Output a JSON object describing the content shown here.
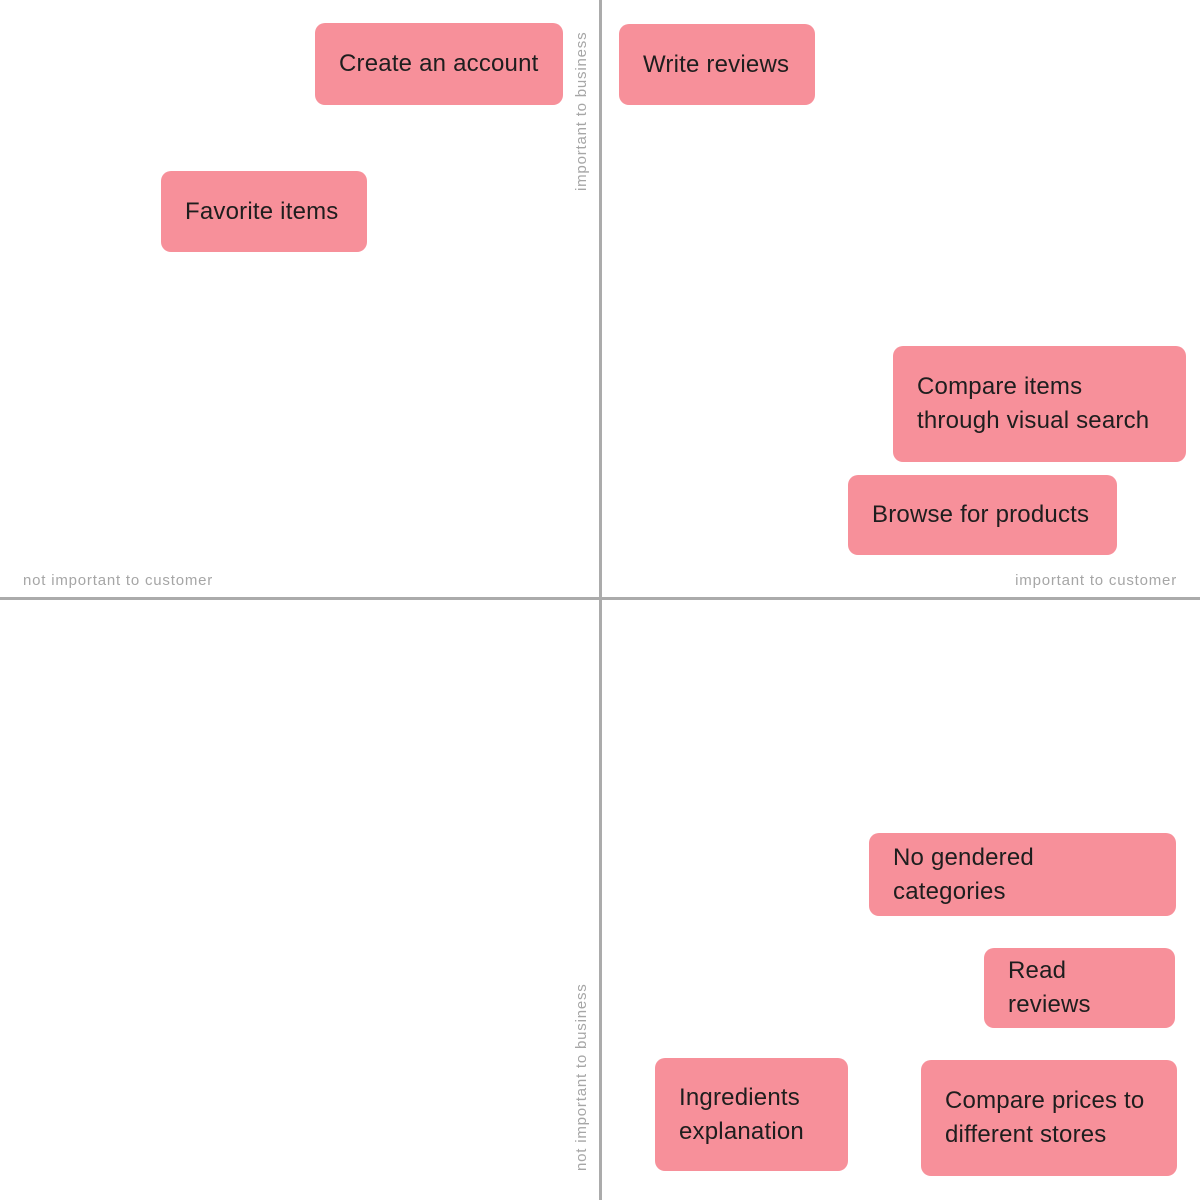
{
  "matrix": {
    "axis_labels": {
      "top_vertical": "important to business",
      "bottom_vertical": "not important to business",
      "left_horizontal": "not important to customer",
      "right_horizontal": "important to customer"
    },
    "colors": {
      "note_background": "#f7909a",
      "note_text": "#1e1e1e",
      "axis_line": "#ababab",
      "axis_label_text": "#a6a6a6",
      "canvas_background": "#ffffff"
    },
    "notes": [
      {
        "label": "Create an account",
        "quadrant": "important-to-business / not-important-to-customer"
      },
      {
        "label": "Write reviews",
        "quadrant": "important-to-business / important-to-customer"
      },
      {
        "label": "Favorite items",
        "quadrant": "important-to-business / not-important-to-customer"
      },
      {
        "label": "Compare items through visual search",
        "quadrant": "important-to-business / important-to-customer"
      },
      {
        "label": "Browse for products",
        "quadrant": "important-to-business / important-to-customer"
      },
      {
        "label": "No gendered categories",
        "quadrant": "not-important-to-business / important-to-customer"
      },
      {
        "label": "Read reviews",
        "quadrant": "not-important-to-business / important-to-customer"
      },
      {
        "label": "Ingredients explanation",
        "quadrant": "not-important-to-business / important-to-customer"
      },
      {
        "label": "Compare prices to different stores",
        "quadrant": "not-important-to-business / important-to-customer"
      }
    ]
  }
}
